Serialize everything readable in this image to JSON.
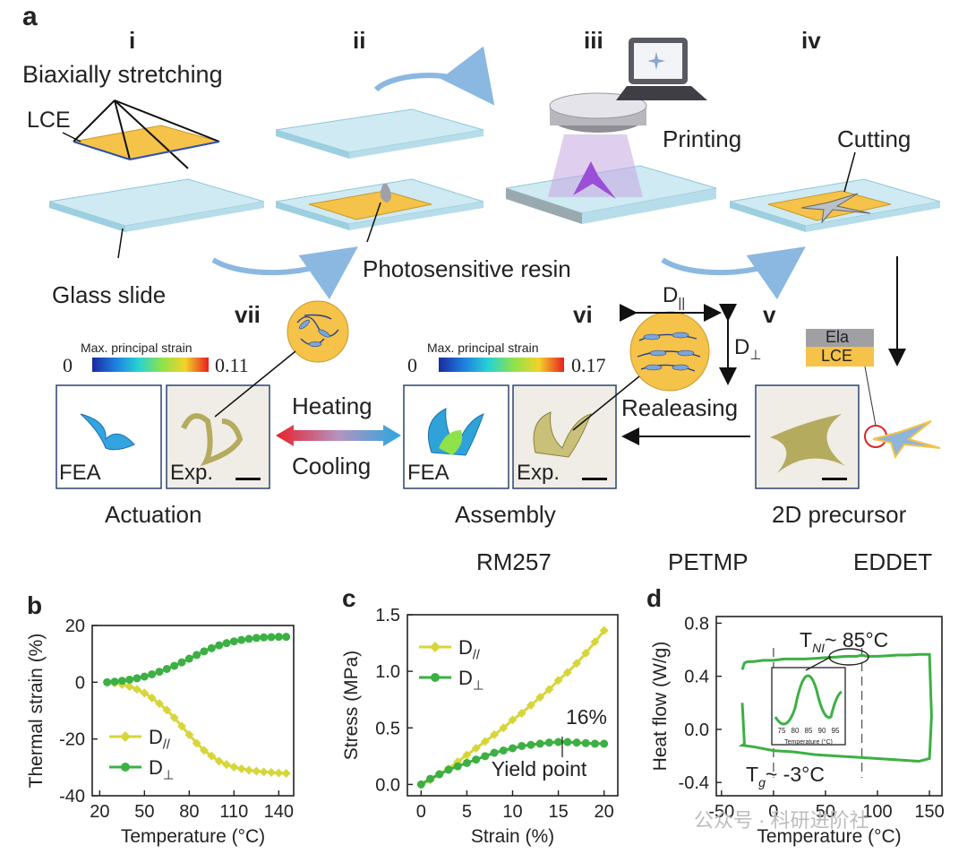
{
  "panel_a": {
    "letter": "a",
    "steps": [
      "i",
      "ii",
      "iii",
      "iv",
      "v",
      "vi",
      "vii"
    ],
    "labels": {
      "biaxial": "Biaxially stretching",
      "lce": "LCE",
      "glass": "Glass slide",
      "resin": "Photosensitive resin",
      "printing": "Printing",
      "cutting": "Cutting",
      "ela": "Ela",
      "lce_layer": "LCE",
      "d_par": "D",
      "d_par_sub": "||",
      "d_perp": "D",
      "d_perp_sub": "⊥",
      "releasing": "Realeasing",
      "heating": "Heating",
      "cooling": "Cooling",
      "actuation": "Actuation",
      "assembly": "Assembly",
      "precursor": "2D precursor",
      "fea": "FEA",
      "exp": "Exp.",
      "colorbar_title": "Max. principal strain",
      "cb_min": "0",
      "cb_max_vii": "0.11",
      "cb_max_vi": "0.17"
    },
    "legend": [
      "RM257",
      "PETMP",
      "EDDET"
    ]
  },
  "chart_data": [
    {
      "panel": "b",
      "type": "line",
      "xlabel": "Temperature (°C)",
      "ylabel": "Thermal strain (%)",
      "xticks": [
        20,
        50,
        80,
        110,
        140
      ],
      "yticks": [
        -40,
        -20,
        0,
        20
      ],
      "xlim": [
        15,
        150
      ],
      "ylim": [
        -40,
        20
      ],
      "series": [
        {
          "name": "D//",
          "name_main": "D",
          "name_sub": "//",
          "color": "#d6d63a",
          "marker": "diamond",
          "x": [
            25,
            30,
            35,
            40,
            45,
            50,
            55,
            60,
            65,
            70,
            75,
            80,
            85,
            90,
            95,
            100,
            105,
            110,
            115,
            120,
            125,
            130,
            135,
            140,
            145
          ],
          "y": [
            0,
            -0.3,
            -0.8,
            -1.5,
            -2.5,
            -3.8,
            -5.5,
            -7.5,
            -9.8,
            -12.5,
            -15.5,
            -18.5,
            -21.5,
            -24,
            -26,
            -27.8,
            -29,
            -29.9,
            -30.5,
            -31,
            -31.3,
            -31.6,
            -31.8,
            -32,
            -32.1
          ]
        },
        {
          "name": "D⊥",
          "name_main": "D",
          "name_sub": "⊥",
          "color": "#3cb043",
          "marker": "circle",
          "x": [
            25,
            30,
            35,
            40,
            45,
            50,
            55,
            60,
            65,
            70,
            75,
            80,
            85,
            90,
            95,
            100,
            105,
            110,
            115,
            120,
            125,
            130,
            135,
            140,
            145
          ],
          "y": [
            0,
            0.2,
            0.5,
            0.9,
            1.4,
            2,
            2.8,
            3.7,
            4.7,
            5.8,
            7,
            8.3,
            9.6,
            10.9,
            12,
            13,
            13.8,
            14.4,
            14.9,
            15.3,
            15.6,
            15.8,
            15.9,
            16,
            16
          ]
        }
      ]
    },
    {
      "panel": "c",
      "type": "line",
      "xlabel": "Strain (%)",
      "ylabel": "Stress (MPa)",
      "xticks": [
        0,
        5,
        10,
        15,
        20
      ],
      "yticks": [
        0.0,
        0.5,
        1.0,
        1.5
      ],
      "xlim": [
        -1.5,
        21.5
      ],
      "ylim": [
        -0.1,
        1.5
      ],
      "annotations": {
        "pct": "16%",
        "yield": "Yield point"
      },
      "series": [
        {
          "name": "D//",
          "name_main": "D",
          "name_sub": "//",
          "color": "#d6d63a",
          "marker": "diamond",
          "x": [
            0,
            1,
            2,
            3,
            4,
            5,
            6,
            7,
            8,
            9,
            10,
            11,
            12,
            13,
            14,
            15,
            16,
            17,
            18,
            19,
            20
          ],
          "y": [
            0,
            0.04,
            0.09,
            0.14,
            0.2,
            0.26,
            0.32,
            0.38,
            0.44,
            0.5,
            0.57,
            0.63,
            0.7,
            0.77,
            0.84,
            0.92,
            0.99,
            1.07,
            1.16,
            1.26,
            1.36
          ]
        },
        {
          "name": "D⊥",
          "name_main": "D",
          "name_sub": "⊥",
          "color": "#3cb043",
          "marker": "circle",
          "x": [
            0,
            1,
            2,
            3,
            4,
            5,
            6,
            7,
            8,
            9,
            10,
            11,
            12,
            13,
            14,
            15,
            16,
            17,
            18,
            19,
            20
          ],
          "y": [
            0,
            0.05,
            0.09,
            0.13,
            0.16,
            0.19,
            0.22,
            0.25,
            0.28,
            0.3,
            0.32,
            0.34,
            0.35,
            0.36,
            0.37,
            0.375,
            0.375,
            0.37,
            0.365,
            0.36,
            0.36
          ]
        }
      ]
    },
    {
      "panel": "d",
      "type": "line",
      "xlabel": "Temperature (°C)",
      "ylabel": "Heat flow (W/g)",
      "xticks": [
        -50,
        0,
        50,
        100,
        150
      ],
      "yticks": [
        -0.4,
        0.0,
        0.4,
        0.8
      ],
      "xlim": [
        -55,
        162
      ],
      "ylim": [
        -0.5,
        0.85
      ],
      "annotations": {
        "tni": "T",
        "tni_sub": "NI",
        "tni_val": "~ 85°C",
        "tg": "T",
        "tg_sub": "g",
        "tg_val": "~ -3°C"
      },
      "inset": {
        "xlabel": "Temperature (°C)",
        "xticks": [
          75,
          80,
          85,
          90,
          95
        ]
      },
      "series": [
        {
          "name": "heat flow",
          "color": "#3cb043",
          "x": [
            -30,
            -28,
            -25,
            -20,
            -10,
            0,
            10,
            20,
            30,
            40,
            50,
            60,
            70,
            80,
            85,
            90,
            100,
            110,
            120,
            130,
            140,
            150,
            152,
            150,
            140,
            120,
            100,
            80,
            60,
            40,
            20,
            0,
            -20,
            -30,
            -28,
            -30
          ],
          "y": [
            0.45,
            0.5,
            0.51,
            0.51,
            0.52,
            0.52,
            0.53,
            0.53,
            0.53,
            0.535,
            0.54,
            0.545,
            0.55,
            0.55,
            0.56,
            0.55,
            0.55,
            0.555,
            0.56,
            0.56,
            0.565,
            0.565,
            0.1,
            -0.22,
            -0.24,
            -0.23,
            -0.22,
            -0.21,
            -0.2,
            -0.19,
            -0.17,
            -0.16,
            -0.13,
            -0.12,
            -0.11,
            0.2
          ]
        }
      ]
    }
  ],
  "watermark": "公众号 · 科研进阶社"
}
